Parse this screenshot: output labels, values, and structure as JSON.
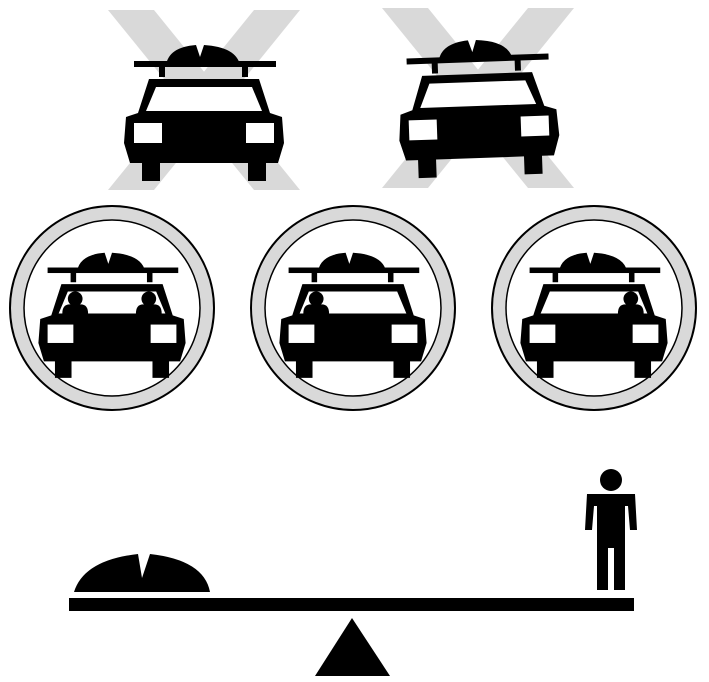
{
  "colors": {
    "ink": "#000000",
    "light_fill": "#d9d9d9",
    "background": "#ffffff"
  },
  "crossed_out_cars": [
    {
      "label": "",
      "occupants": 0,
      "crossed_out": true,
      "tilted": false
    },
    {
      "label": "",
      "occupants": 0,
      "crossed_out": true,
      "tilted": true
    }
  ],
  "circled_cars": [
    {
      "label": "",
      "occupants": 2,
      "circled": true
    },
    {
      "label": "",
      "occupants": 1,
      "circled": true,
      "occupant_side": "left"
    },
    {
      "label": "",
      "occupants": 1,
      "circled": true,
      "occupant_side": "right"
    }
  ],
  "seesaw": {
    "left_item": "roof-cargo-box-icon",
    "right_item": "person-icon",
    "fulcrum": "triangle-fulcrum-icon"
  }
}
